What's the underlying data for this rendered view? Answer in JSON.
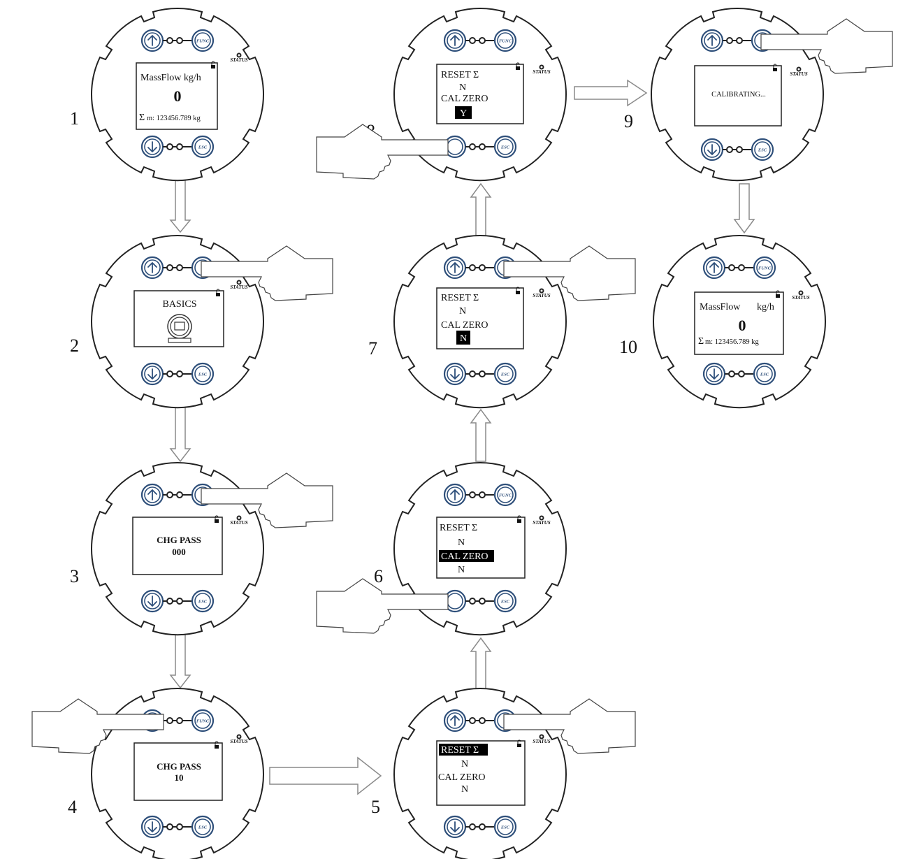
{
  "diagram": {
    "step_labels": [
      "1",
      "2",
      "3",
      "4",
      "5",
      "6",
      "7",
      "8",
      "9",
      "10"
    ],
    "status_label": "STATUS",
    "buttons": {
      "func": "FUNC",
      "esc": "ESC"
    },
    "screens": {
      "s1": {
        "title": "MassFlow  kg/h",
        "value": "0",
        "sum_symbol": "Σ",
        "sum_text": "m: 123456.789 kg"
      },
      "s2": {
        "title": "BASICS"
      },
      "s3": {
        "line1": "CHG PASS",
        "line2": "000"
      },
      "s4": {
        "line1": "CHG PASS",
        "line2": "10"
      },
      "s5": {
        "line1": "RESET Σ",
        "line2": "N",
        "line3": "CAL ZERO",
        "line4": "N"
      },
      "s6": {
        "line1": "RESET Σ",
        "line2": "N",
        "line3": "CAL ZERO",
        "line4": "N"
      },
      "s7": {
        "line1": "RESET Σ",
        "line2": "N",
        "line3": "CAL ZERO",
        "line4": "N"
      },
      "s8": {
        "line1": "RESET Σ",
        "line2": "N",
        "line3": "CAL ZERO",
        "line4": "Y"
      },
      "s9": {
        "line1": "CALIBRATING..."
      },
      "s10": {
        "title": "MassFlow",
        "unit": "kg/h",
        "value": "0",
        "sum_symbol": "Σ",
        "sum_text": "m: 123456.789 kg"
      }
    }
  }
}
